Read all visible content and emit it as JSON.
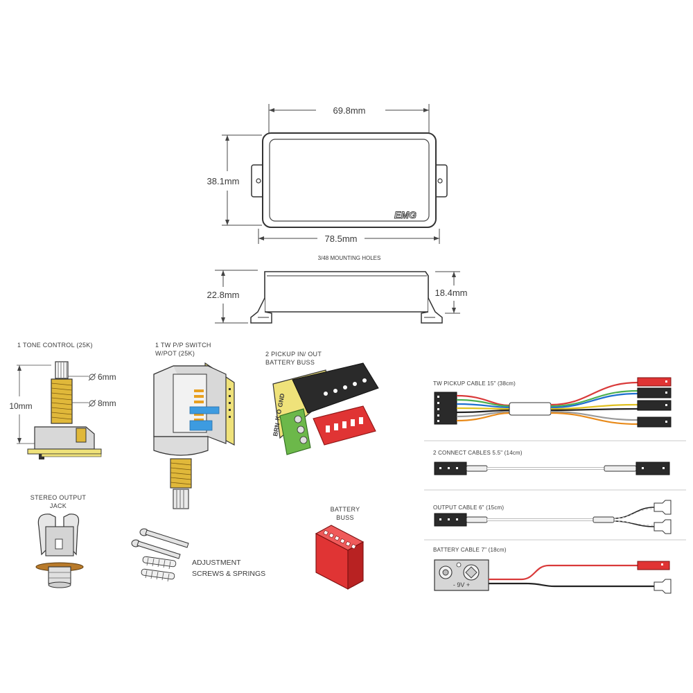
{
  "pickup": {
    "width_top": "69.8mm",
    "height": "38.1mm",
    "width_bottom": "78.5mm",
    "mounting_holes": "3/48 MOUNTING HOLES",
    "side_height_left": "22.8mm",
    "side_height_right": "18.4mm",
    "logo": "EMG"
  },
  "components": {
    "tone_control": "1 TONE CONTROL (25K)",
    "tone_dim_6": "6mm",
    "tone_dim_8": "8mm",
    "tone_dim_10": "10mm",
    "switch_line1": "1 TW P/P SWITCH",
    "switch_line2": "W/POT (25K)",
    "buss_line1": "2 PICKUP IN/ OUT",
    "buss_line2": "BATTERY BUSS",
    "buss_terminals": [
      "BRN",
      "K",
      "O",
      "GND"
    ],
    "stereo_line1": "STEREO OUTPUT",
    "stereo_line2": "JACK",
    "screws_line1": "ADJUSTMENT",
    "screws_line2": "SCREWS & SPRINGS",
    "battery_line1": "BATTERY",
    "battery_line2": "BUSS"
  },
  "cables": {
    "tw_pickup": "TW PICKUP CABLE 15\" (38cm)",
    "connect": "2 CONNECT CABLES 5.5\" (14cm)",
    "output": "OUTPUT CABLE 6\" (15cm)",
    "battery": "BATTERY CABLE 7\" (18cm)",
    "battery_label": "- 9V +"
  },
  "colors": {
    "gold": "#e0b83a",
    "yellow_board": "#efe27a",
    "blue_switch": "#3d9be0",
    "green_terminal": "#6cb84a",
    "red_buss": "#e03434",
    "outline": "#333333"
  }
}
